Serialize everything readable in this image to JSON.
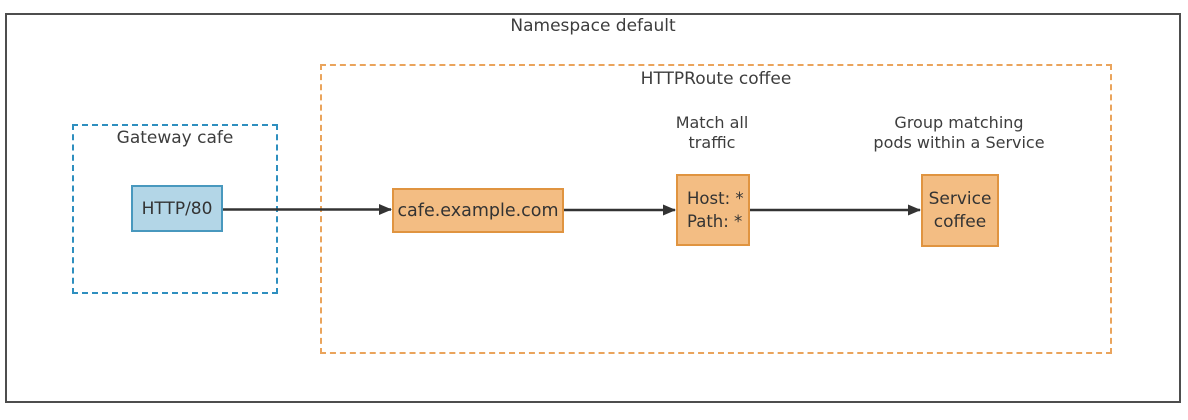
{
  "diagram": {
    "namespace_label": "Namespace default",
    "gateway": {
      "label": "Gateway cafe",
      "listener_label": "HTTP/80"
    },
    "httproute": {
      "label": "HTTPRoute coffee",
      "hostname_label": "cafe.example.com",
      "match": {
        "annotation_line1": "Match all",
        "annotation_line2": "traffic",
        "host_rule": "Host: *",
        "path_rule": "Path: *"
      },
      "backend": {
        "annotation_line1": "Group matching",
        "annotation_line2": "pods within a Service",
        "service_line1": "Service",
        "service_line2": "coffee"
      }
    },
    "colors": {
      "outer_border": "#4d4d4d",
      "blue_dashed_border": "#2e8fbf",
      "blue_node_fill": "#b3d6e7",
      "blue_node_border": "#4898be",
      "orange_dashed_border": "#eaa45c",
      "orange_node_fill": "#f3bd83",
      "orange_node_border": "#e09440",
      "arrow": "#333333",
      "text": "#3d3d3d"
    }
  }
}
